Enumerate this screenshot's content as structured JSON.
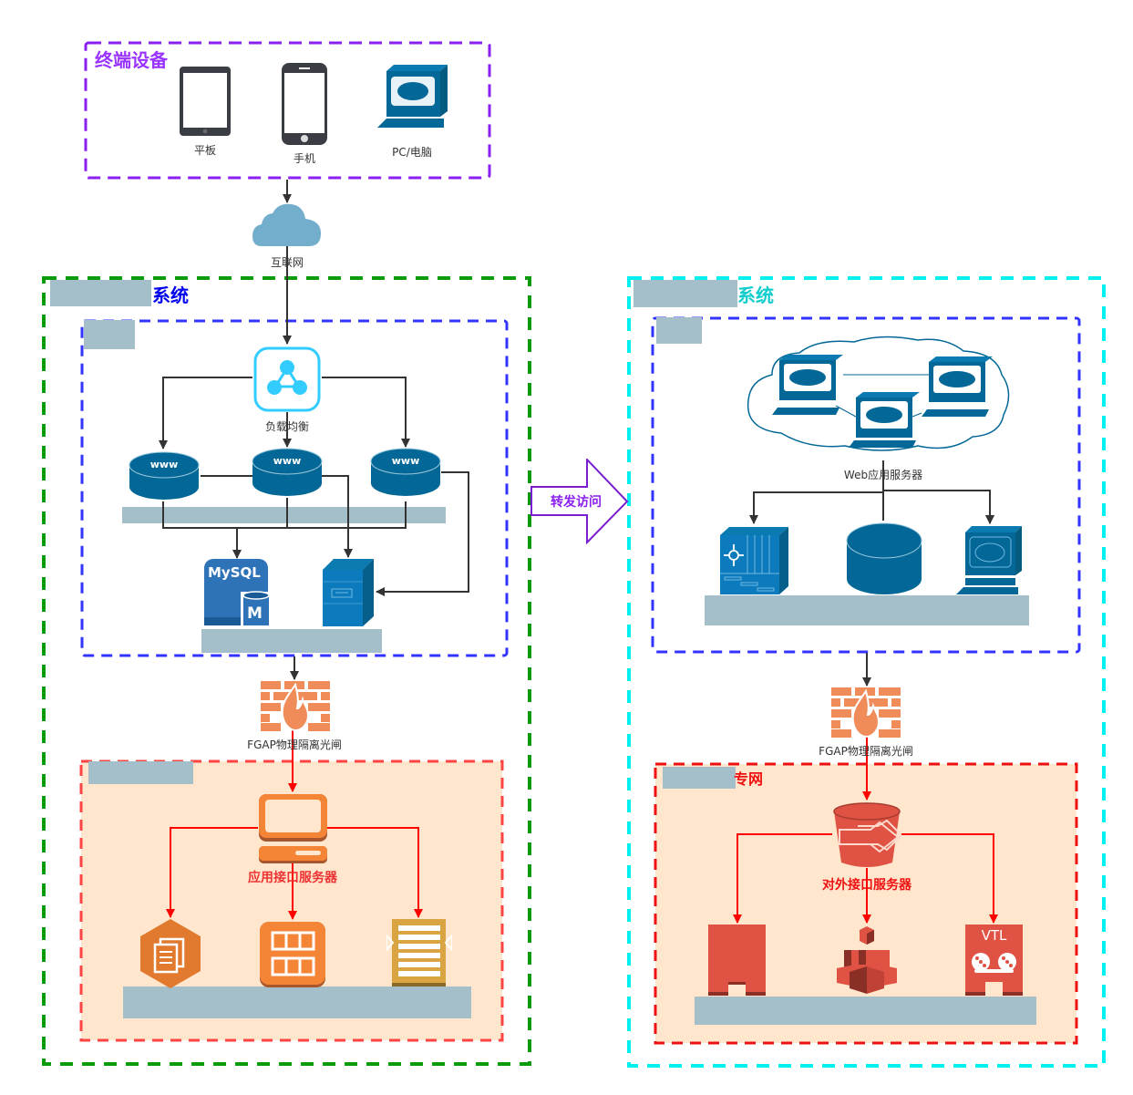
{
  "terminal_group": {
    "title": "终端设备",
    "devices": [
      {
        "label": "平板",
        "icon": "tablet-icon"
      },
      {
        "label": "手机",
        "icon": "smartphone-icon"
      },
      {
        "label": "PC/电脑",
        "icon": "desktop-pc-icon"
      }
    ]
  },
  "internet": {
    "label": "互联网",
    "icon": "cloud-icon"
  },
  "left_system": {
    "title_suffix": "系统",
    "inner_zone": {
      "load_balancer": {
        "label": "负载均衡",
        "icon": "load-balancer-icon"
      },
      "web_servers": [
        {
          "text": "www",
          "icon": "web-server-disk-icon"
        },
        {
          "text": "www",
          "icon": "web-server-disk-icon"
        },
        {
          "text": "www",
          "icon": "web-server-disk-icon"
        }
      ],
      "database": {
        "text_top": "MySQL",
        "text_badge": "M",
        "icon": "mysql-database-icon"
      },
      "storage_server": {
        "icon": "storage-server-icon"
      }
    },
    "gateway": {
      "label": "FGAP物理隔离光闸",
      "icon": "firewall-icon"
    },
    "private_zone": {
      "server": {
        "label": "应用接口服务器",
        "icon": "application-server-icon"
      },
      "children": [
        {
          "icon": "document-hexagon-icon"
        },
        {
          "icon": "grid-table-icon"
        },
        {
          "icon": "rack-list-icon"
        }
      ]
    }
  },
  "forward_arrow": {
    "label": "转发访问"
  },
  "right_system": {
    "title_suffix": "系统",
    "inner_zone": {
      "web_app_cluster": {
        "label": "Web应用服务器",
        "icon": "workstation-cloud-icon"
      },
      "children": [
        {
          "icon": "router-chassis-icon"
        },
        {
          "icon": "database-cylinder-icon"
        },
        {
          "icon": "workstation-icon"
        }
      ]
    },
    "gateway": {
      "label": "FGAP物理隔离光闸",
      "icon": "firewall-icon"
    },
    "private_zone": {
      "title_suffix": "专网",
      "server": {
        "label": "对外接口服务器",
        "icon": "gateway-bucket-icon"
      },
      "children": [
        {
          "icon": "storage-gateway-icon"
        },
        {
          "icon": "cubes-cluster-icon"
        },
        {
          "text": "VTL",
          "icon": "vtl-tape-icon"
        }
      ]
    }
  },
  "colors": {
    "terminal_border": "#8a1ff0",
    "left_system_border": "#0a9a0a",
    "right_system_border": "#00f0f0",
    "inner_zone_border": "#3333ff",
    "private_zone_border": "#ff4444",
    "private_zone_fill": "#ffe6cc",
    "device_blue": "#036897",
    "orange": "#f58536",
    "red_aws": "#e05243",
    "redaction": "#a5bfca"
  }
}
